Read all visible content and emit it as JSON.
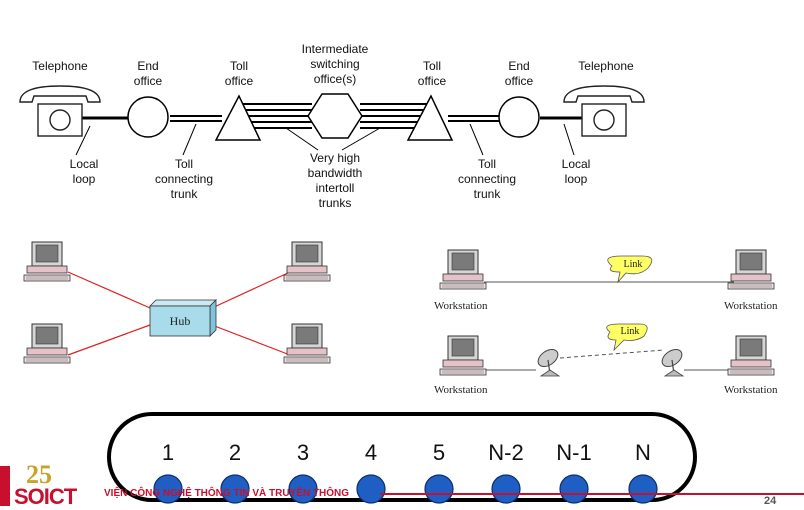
{
  "telephone_network": {
    "left_telephone": "Telephone",
    "right_telephone": "Telephone",
    "left_end_office": [
      "End",
      "office"
    ],
    "right_end_office": [
      "End",
      "office"
    ],
    "left_toll_office": [
      "Toll",
      "office"
    ],
    "right_toll_office": [
      "Toll",
      "office"
    ],
    "intermediate": [
      "Intermediate",
      "switching",
      "office(s)"
    ],
    "left_local_loop": [
      "Local",
      "loop"
    ],
    "right_local_loop": [
      "Local",
      "loop"
    ],
    "left_trunk": [
      "Toll",
      "connecting",
      "trunk"
    ],
    "right_trunk": [
      "Toll",
      "connecting",
      "trunk"
    ],
    "intertoll": [
      "Very high",
      "bandwidth",
      "intertoll",
      "trunks"
    ]
  },
  "star_topology": {
    "hub_label": "Hub"
  },
  "link_diagrams": {
    "wired": {
      "link_label": "Link",
      "left_label": "Workstation",
      "right_label": "Workstation"
    },
    "wireless": {
      "link_label": "Link",
      "left_label": "Workstation",
      "right_label": "Workstation"
    }
  },
  "ring": {
    "nodes": [
      "1",
      "2",
      "3",
      "4",
      "5",
      "N-2",
      "N-1",
      "N"
    ]
  },
  "footer": {
    "logo_number": "25",
    "logo_text": "SOICT",
    "institute_text": "VIỆN CÔNG NGHỆ THÔNG TIN VÀ TRUYỀN THÔNG",
    "page_number": "24"
  },
  "colors": {
    "hub_fill": "#a9dcea",
    "star_links": "#e02020",
    "ring_node": "#1f5fc4",
    "link_bubble": "#ffff66",
    "footer_red": "#c8102e"
  }
}
